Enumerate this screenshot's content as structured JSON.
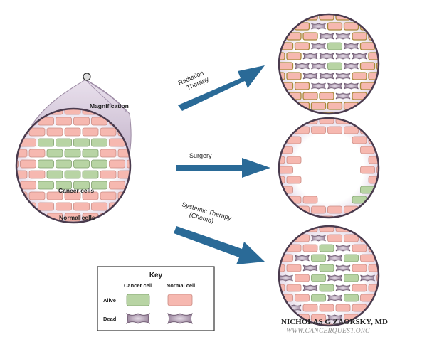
{
  "labels": {
    "magnification": "Magnification",
    "cancer_cells": "Cancer cells",
    "normal_cells": "Normal cells",
    "radiation_line1": "Radiation",
    "radiation_line2": "Therapy",
    "surgery": "Surgery",
    "systemic_line1": "Systemic Therapy",
    "systemic_line2": "(Chemo)"
  },
  "key": {
    "title": "Key",
    "col_cancer": "Cancer cell",
    "col_normal": "Normal cell",
    "row_alive": "Alive",
    "row_dead": "Dead"
  },
  "signature": {
    "name": "NICHOLAS G ZAORSKY, MD",
    "site": "WWW.CANCERQUEST.ORG"
  },
  "colors": {
    "normal_fill": "#f6b8b0",
    "normal_stroke": "#c98a82",
    "cancer_fill": "#b8d4a4",
    "cancer_stroke": "#7f9f6c",
    "dead_fill": "#b7a3b8",
    "dead_stroke": "#6e5a70",
    "circle_border": "#4a3b4e",
    "arrow": "#2a6a97",
    "halo": "#c7b6cd"
  }
}
